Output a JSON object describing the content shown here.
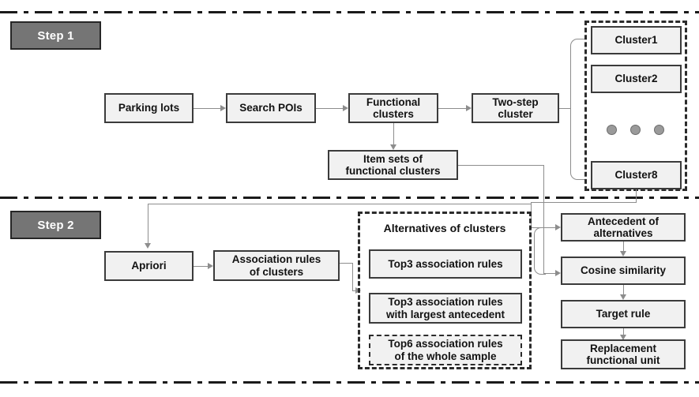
{
  "figure": {
    "sections": [
      {
        "id": "step1",
        "label": "Step 1"
      },
      {
        "id": "step2",
        "label": "Step 2"
      }
    ]
  },
  "step1": {
    "badge": "Step 1",
    "nodes": {
      "parking_lots": "Parking lots",
      "search_pois": "Search POIs",
      "functional_clusters": "Functional\nclusters",
      "functional_clusters_l1": "Functional",
      "functional_clusters_l2": "clusters",
      "two_step_cluster_l1": "Two-step",
      "two_step_cluster_l2": "cluster",
      "item_sets_l1": "Item sets of",
      "item_sets_l2": "functional clusters"
    },
    "clusters": {
      "items": [
        {
          "label": "Cluster1"
        },
        {
          "label": "Cluster2"
        },
        {
          "label": "Cluster8"
        }
      ],
      "ellipsis_dots": 3
    }
  },
  "step2": {
    "badge": "Step 2",
    "nodes": {
      "apriori": "Apriori",
      "association_rules_l1": "Association rules",
      "association_rules_l2": "of  clusters",
      "antecedent_l1": "Antecedent of",
      "antecedent_l2": "alternatives",
      "cosine_similarity": "Cosine similarity",
      "target_rule": "Target rule",
      "replacement_l1": "Replacement",
      "replacement_l2": "functional unit"
    },
    "alternatives": {
      "title": "Alternatives of clusters",
      "items": [
        {
          "l1": "Top3 association rules",
          "l2": "",
          "style": "solid"
        },
        {
          "l1": "Top3 association rules",
          "l2": "with largest  antecedent",
          "style": "solid"
        },
        {
          "l1": "Top6 association rules",
          "l2": "of the whole sample",
          "style": "dashed"
        }
      ]
    }
  },
  "colors": {
    "badge_fill": "#757575",
    "badge_border": "#262626",
    "badge_text": "#ffffff",
    "box_fill": "#f1f1f1",
    "box_border": "#3b3b3b",
    "connector": "#8d8d8d",
    "divider": "#1a1a1a",
    "dot": "#9a9a9a"
  }
}
